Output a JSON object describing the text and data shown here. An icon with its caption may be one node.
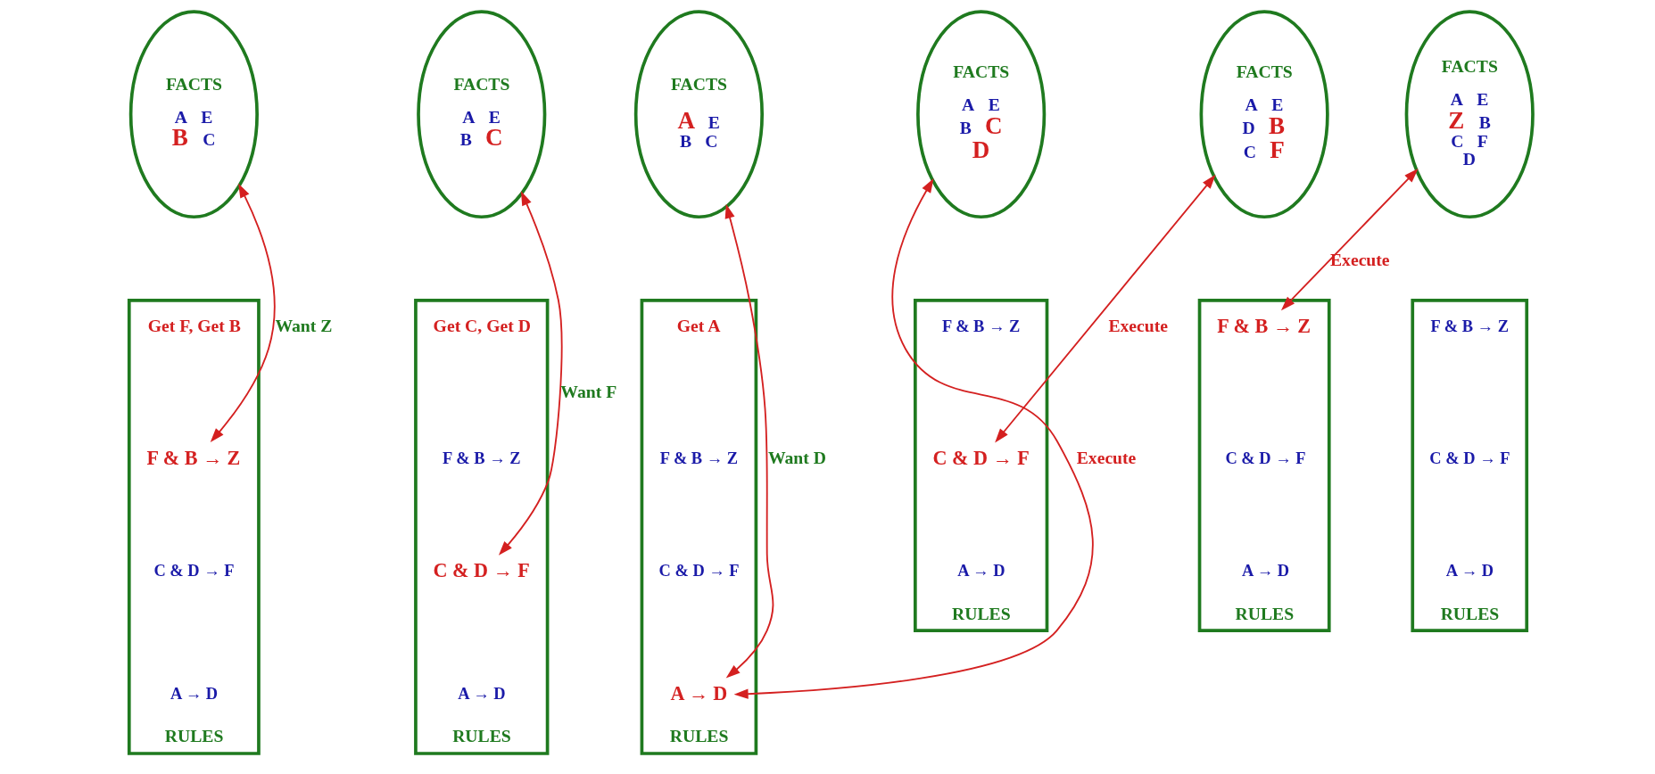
{
  "diagram": {
    "nodes": [
      {
        "text": [
          "FACTS",
          "A",
          "E",
          "B",
          "C"
        ]
      },
      {
        "text": [
          "RULES"
        ],
        "beside": [
          "Get F, Get B"
        ]
      },
      {
        "text": [
          "F & B → Z"
        ],
        "in": 1
      },
      {
        "text": [
          "C & D → F"
        ],
        "in": 1
      },
      {
        "text": [
          "A → D"
        ],
        "in": 1
      },
      {
        "text": [
          "FACTS",
          "A",
          "E",
          "B",
          "C"
        ]
      },
      {
        "text": [
          "RULES"
        ],
        "beside": [
          "Get C, Get D"
        ]
      },
      {
        "text": [
          "F & B → Z"
        ],
        "in": 6
      },
      {
        "text": [
          "C & D → F"
        ],
        "in": 6
      },
      {
        "text": [
          "A → D"
        ],
        "in": 6
      },
      {
        "text": [
          "FACTS",
          "A",
          "E",
          "B",
          "C"
        ]
      },
      {
        "text": [
          "RULES"
        ],
        "beside": [
          "Get A"
        ]
      },
      {
        "text": [
          "F & B → Z"
        ],
        "in": 11
      },
      {
        "text": [
          "C & D → F"
        ],
        "in": 11
      },
      {
        "text": [
          "A → D"
        ],
        "in": 11
      },
      {
        "text": [
          "FACTS",
          "A",
          "E",
          "B",
          "C",
          "D"
        ]
      },
      {
        "text": [
          "RULES"
        ]
      },
      {
        "text": [
          "F & B → Z"
        ],
        "in": 16
      },
      {
        "text": [
          "C & D → F"
        ],
        "in": 16
      },
      {
        "text": [
          "A → D"
        ],
        "in": 16
      },
      {
        "text": [
          "FACTS",
          "A",
          "E",
          "D",
          "B",
          "C",
          "F"
        ]
      },
      {
        "text": [
          "RULES"
        ]
      },
      {
        "text": [
          "F & B → Z"
        ],
        "in": 21
      },
      {
        "text": [
          "C & D → F"
        ],
        "in": 21
      },
      {
        "text": [
          "A → D"
        ],
        "in": 21
      },
      {
        "text": [
          "FACTS",
          "A",
          "E",
          "Z",
          "B",
          "C",
          "F",
          "D"
        ]
      },
      {
        "text": [
          "RULES"
        ]
      },
      {
        "text": [
          "F & B → Z"
        ],
        "in": 26
      },
      {
        "text": [
          "C & D → F"
        ],
        "in": 26
      },
      {
        "text": [
          "A → D"
        ],
        "in": 26
      }
    ],
    "edges": [
      {
        "from": 2,
        "to": 0,
        "arrow": "both",
        "label": "Want Z"
      },
      {
        "from": 8,
        "to": 5,
        "arrow": "both",
        "label": "Want F"
      },
      {
        "from": 14,
        "to": 10,
        "arrow": "both",
        "label": "Want D"
      },
      {
        "from": 14,
        "to": 15,
        "arrow": "both",
        "label": "Execute"
      },
      {
        "from": 18,
        "to": 20,
        "arrow": "both",
        "label": "Execute"
      },
      {
        "from": 22,
        "to": 25,
        "arrow": "both",
        "label": "Execute"
      }
    ]
  }
}
